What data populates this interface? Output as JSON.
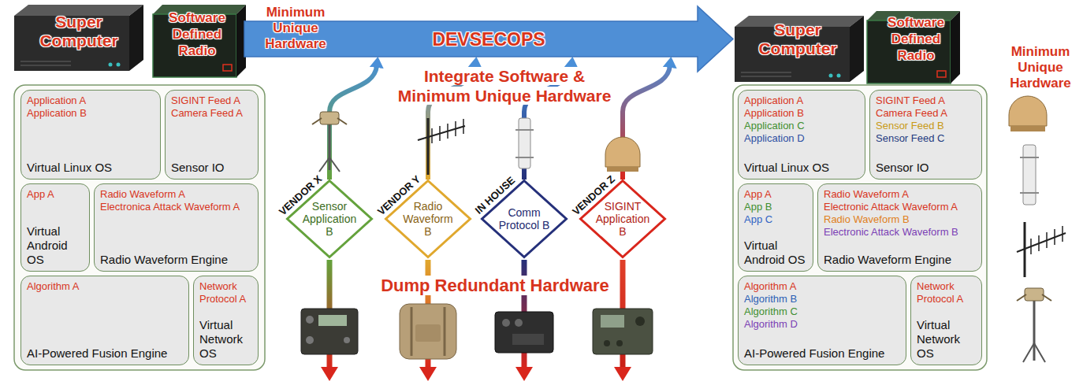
{
  "diagram": {
    "nodes": [
      {
        "text": [
          "DEVSECOPS"
        ]
      },
      {
        "text": [
          "Application A",
          "Application B",
          "Virtual Linux OS"
        ]
      },
      {
        "text": [
          "SIGINT Feed A",
          "Camera Feed A",
          "Sensor IO"
        ]
      },
      {
        "text": [
          "App A",
          "Virtual Android OS"
        ]
      },
      {
        "text": [
          "Radio Waveform A",
          "Electronica Attack Waveform A",
          "Radio Waveform Engine"
        ]
      },
      {
        "text": [
          "Algorithm A",
          "AI-Powered Fusion Engine"
        ]
      },
      {
        "text": [
          "Network Protocol A",
          "Virtual Network OS"
        ]
      },
      {
        "text": [
          "VENDOR X",
          "Sensor Application B"
        ]
      },
      {
        "text": [
          "VENDOR Y",
          "Radio Waveform B"
        ]
      },
      {
        "text": [
          "IN HOUSE",
          "Comm Protocol B"
        ]
      },
      {
        "text": [
          "VENDOR Z",
          "SIGINT Application B"
        ]
      },
      {
        "text": [
          "Application A",
          "Application B",
          "Application C",
          "Application D",
          "Virtual Linux OS"
        ]
      },
      {
        "text": [
          "SIGINT Feed A",
          "Camera Feed A",
          "Sensor Feed B",
          "Sensor Feed C",
          "Sensor IO"
        ]
      },
      {
        "text": [
          "App A",
          "App B",
          "App C",
          "Virtual Android OS"
        ]
      },
      {
        "text": [
          "Radio Waveform A",
          "Electronic Attack Waveform A",
          "Radio Waveform B",
          "Electronic Attack Waveform B",
          "Radio Waveform Engine"
        ]
      },
      {
        "text": [
          "Algorithm A",
          "Algorithm B",
          "Algorithm C",
          "Algorithm D",
          "AI-Powered Fusion Engine"
        ]
      },
      {
        "text": [
          "Network Protocol A",
          "Virtual Network OS"
        ]
      }
    ],
    "edges": [
      {
        "from": 7,
        "to": 0,
        "arrow": "to"
      },
      {
        "from": 8,
        "to": 0,
        "arrow": "to"
      },
      {
        "from": 9,
        "to": 0,
        "arrow": "to"
      },
      {
        "from": 10,
        "to": 0,
        "arrow": "to"
      }
    ],
    "labels": [
      "Super Computer",
      "Software Defined Radio",
      "Minimum Unique Hardware",
      "Integrate Software & Minimum Unique Hardware",
      "Dump Redundant Hardware",
      "Super Computer",
      "Software Defined Radio",
      "Minimum Unique Hardware"
    ]
  }
}
